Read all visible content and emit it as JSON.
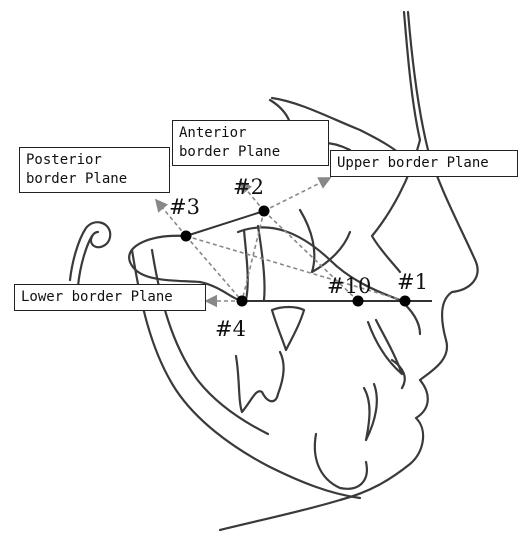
{
  "labels": {
    "posterior": [
      "Posterior",
      "border Plane"
    ],
    "anterior": [
      "Anterior",
      "border Plane"
    ],
    "upper": "Upper border Plane",
    "lower": "Lower border Plane"
  },
  "points": {
    "p1": "#1",
    "p2": "#2",
    "p3": "#3",
    "p4": "#4",
    "p10": "#10"
  },
  "colors": {
    "outline": "#3a3a3a",
    "point": "#000000",
    "arrow": "#888888"
  }
}
